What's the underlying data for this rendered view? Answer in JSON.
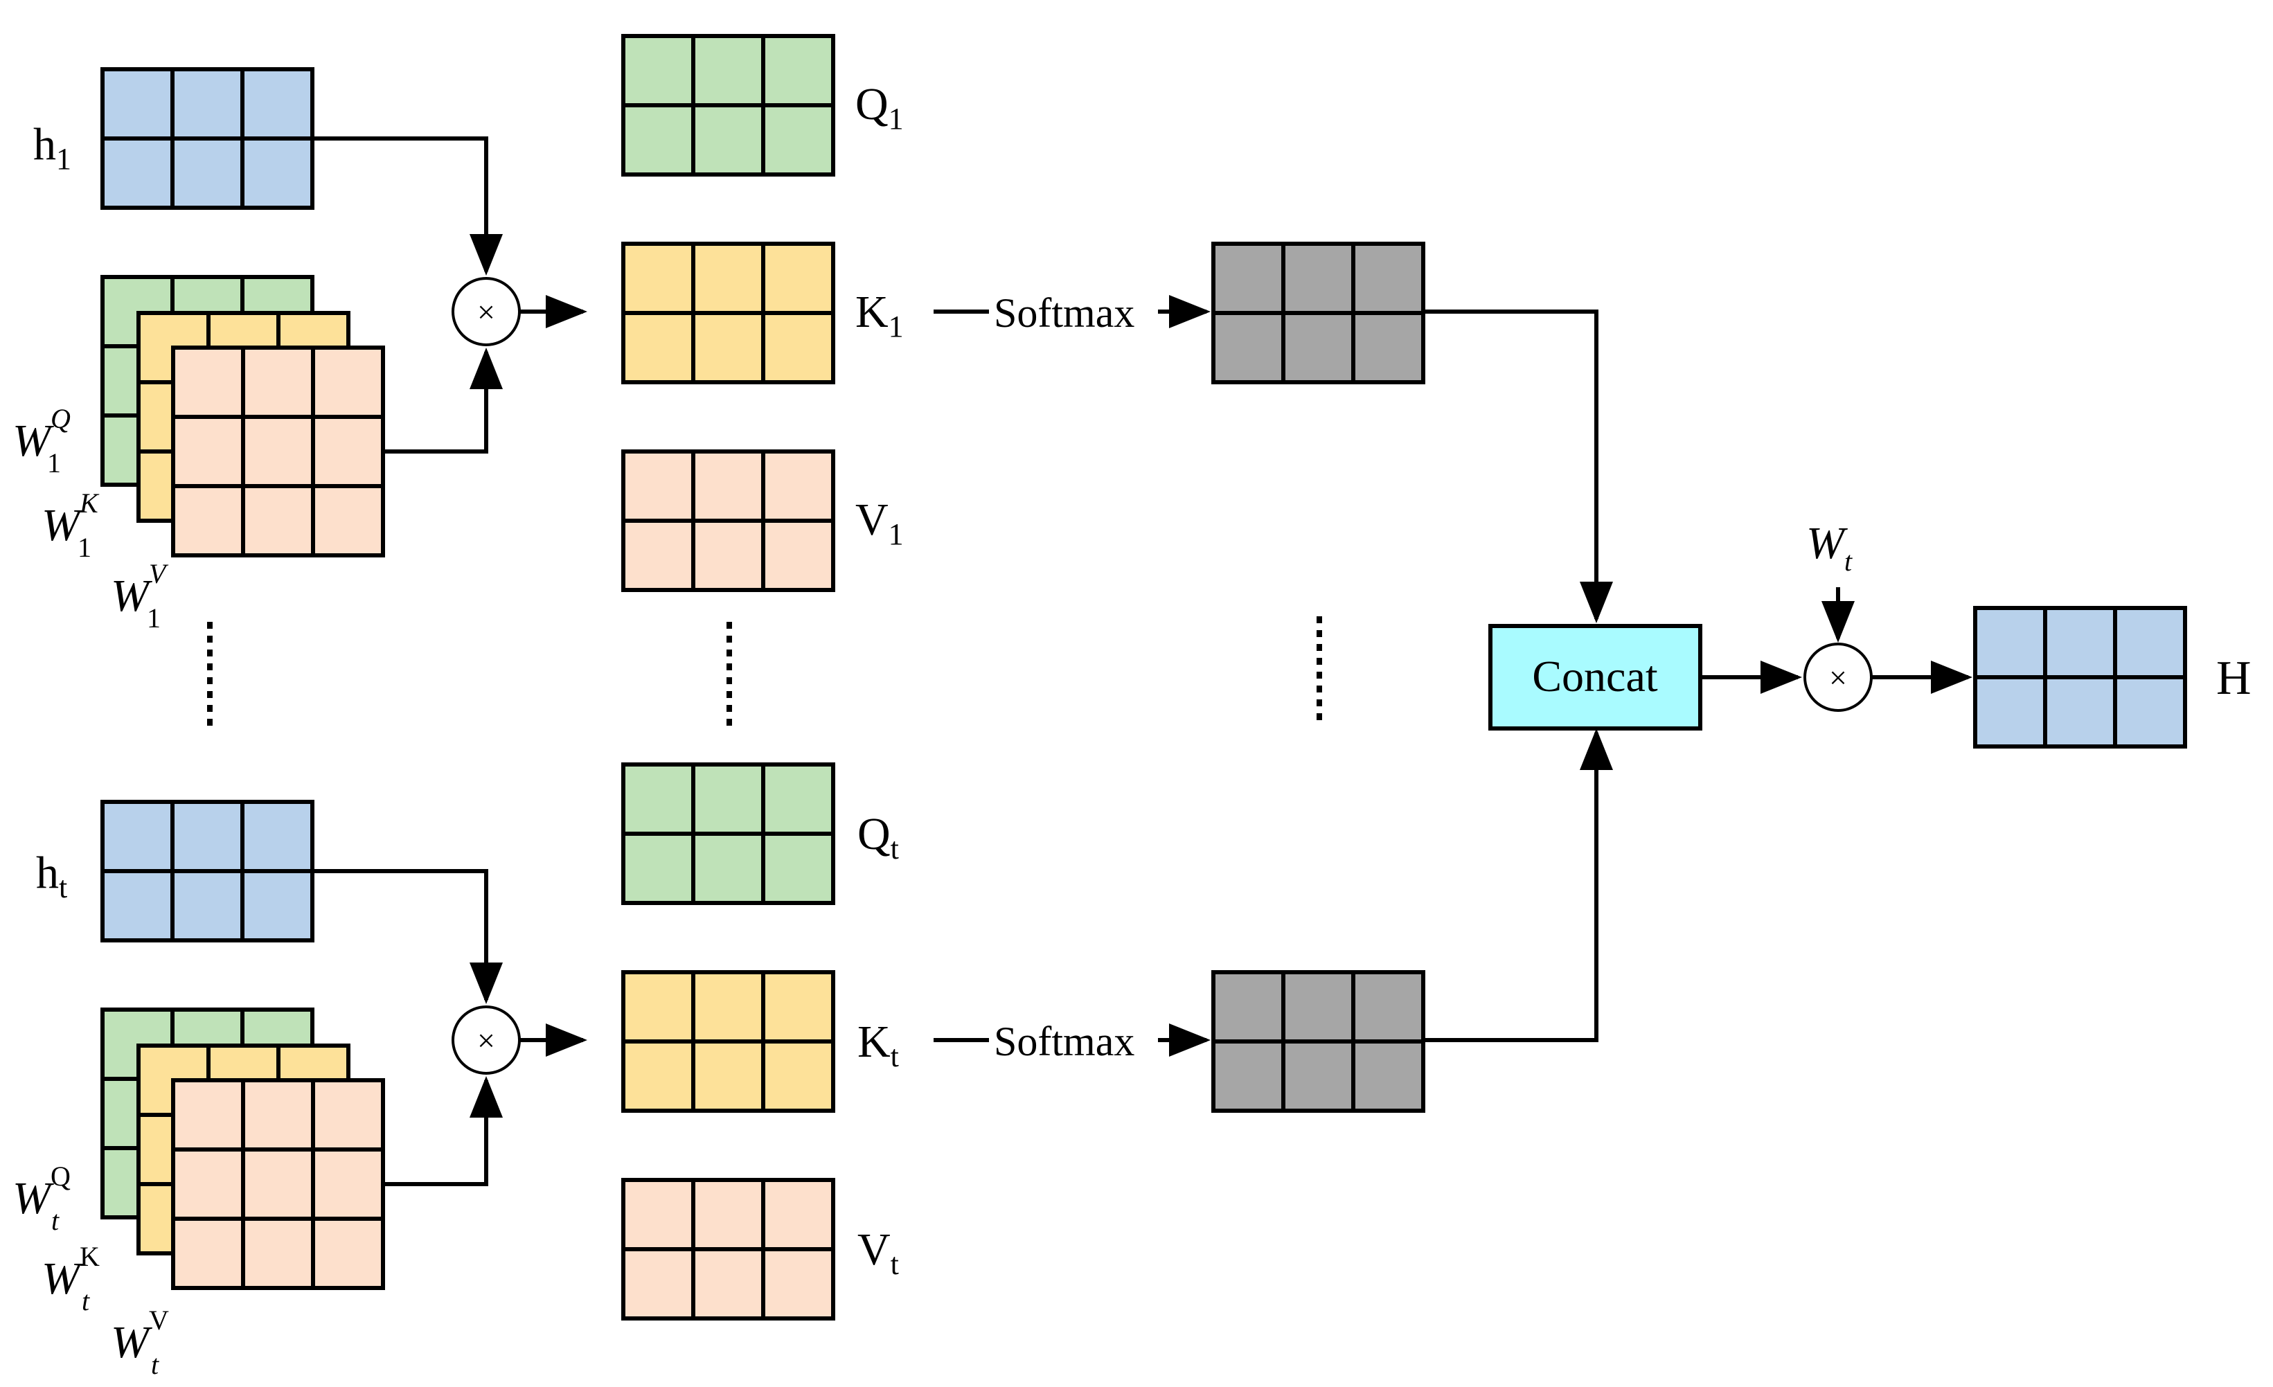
{
  "labels": {
    "h1": {
      "base": "h",
      "sub": "1"
    },
    "ht": {
      "base": "h",
      "sub": "t"
    },
    "q1": {
      "base": "Q",
      "sub": "1"
    },
    "k1": {
      "base": "K",
      "sub": "1"
    },
    "v1": {
      "base": "V",
      "sub": "1"
    },
    "qt": {
      "base": "Q",
      "sub": "t"
    },
    "kt": {
      "base": "K",
      "sub": "t"
    },
    "vt": {
      "base": "V",
      "sub": "t"
    },
    "w1q": {
      "base": "W",
      "sub": "1",
      "sup": "Q"
    },
    "w1k": {
      "base": "W",
      "sub": "1",
      "sup": "K"
    },
    "w1v": {
      "base": "W",
      "sub": "1",
      "sup": "V"
    },
    "wtq": {
      "base": "W",
      "sub": "t",
      "sup": "Q"
    },
    "wtk": {
      "base": "W",
      "sub": "t",
      "sup": "K"
    },
    "wtv": {
      "base": "W",
      "sub": "t",
      "sup": "V"
    },
    "wt": {
      "base": "W",
      "sub": "t"
    },
    "softmax_top": "Softmax",
    "softmax_bottom": "Softmax",
    "concat": "Concat",
    "output": "H",
    "multiply_symbol": "×"
  },
  "colors": {
    "h": "#b8d1eb",
    "q": "#bfe2b8",
    "k": "#fde199",
    "v": "#fde0cc",
    "attention": "#a6a6a6",
    "concat": "#a9fbff",
    "output": "#b8d1eb",
    "stroke": "#000000"
  }
}
